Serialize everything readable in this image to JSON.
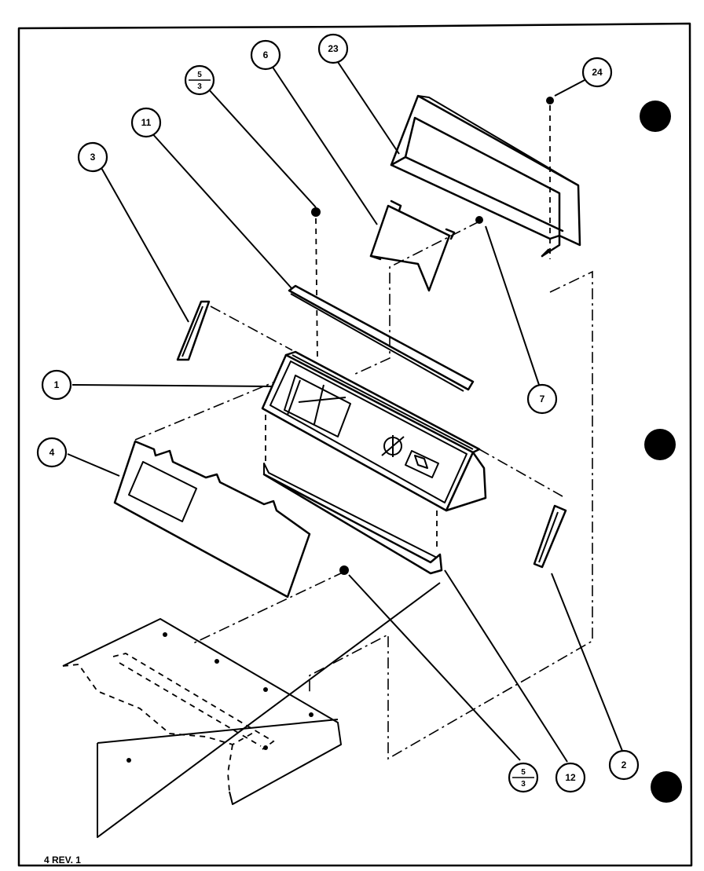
{
  "callouts": {
    "c1": "1",
    "c2": "2",
    "c3": "3",
    "c4": "4",
    "c6": "6",
    "c7": "7",
    "c11": "11",
    "c12": "12",
    "c23": "23",
    "c24": "24",
    "c5a_num": "5",
    "c5a_den": "3",
    "c5b_num": "5",
    "c5b_den": "3"
  },
  "footer": "4 REV. 1"
}
